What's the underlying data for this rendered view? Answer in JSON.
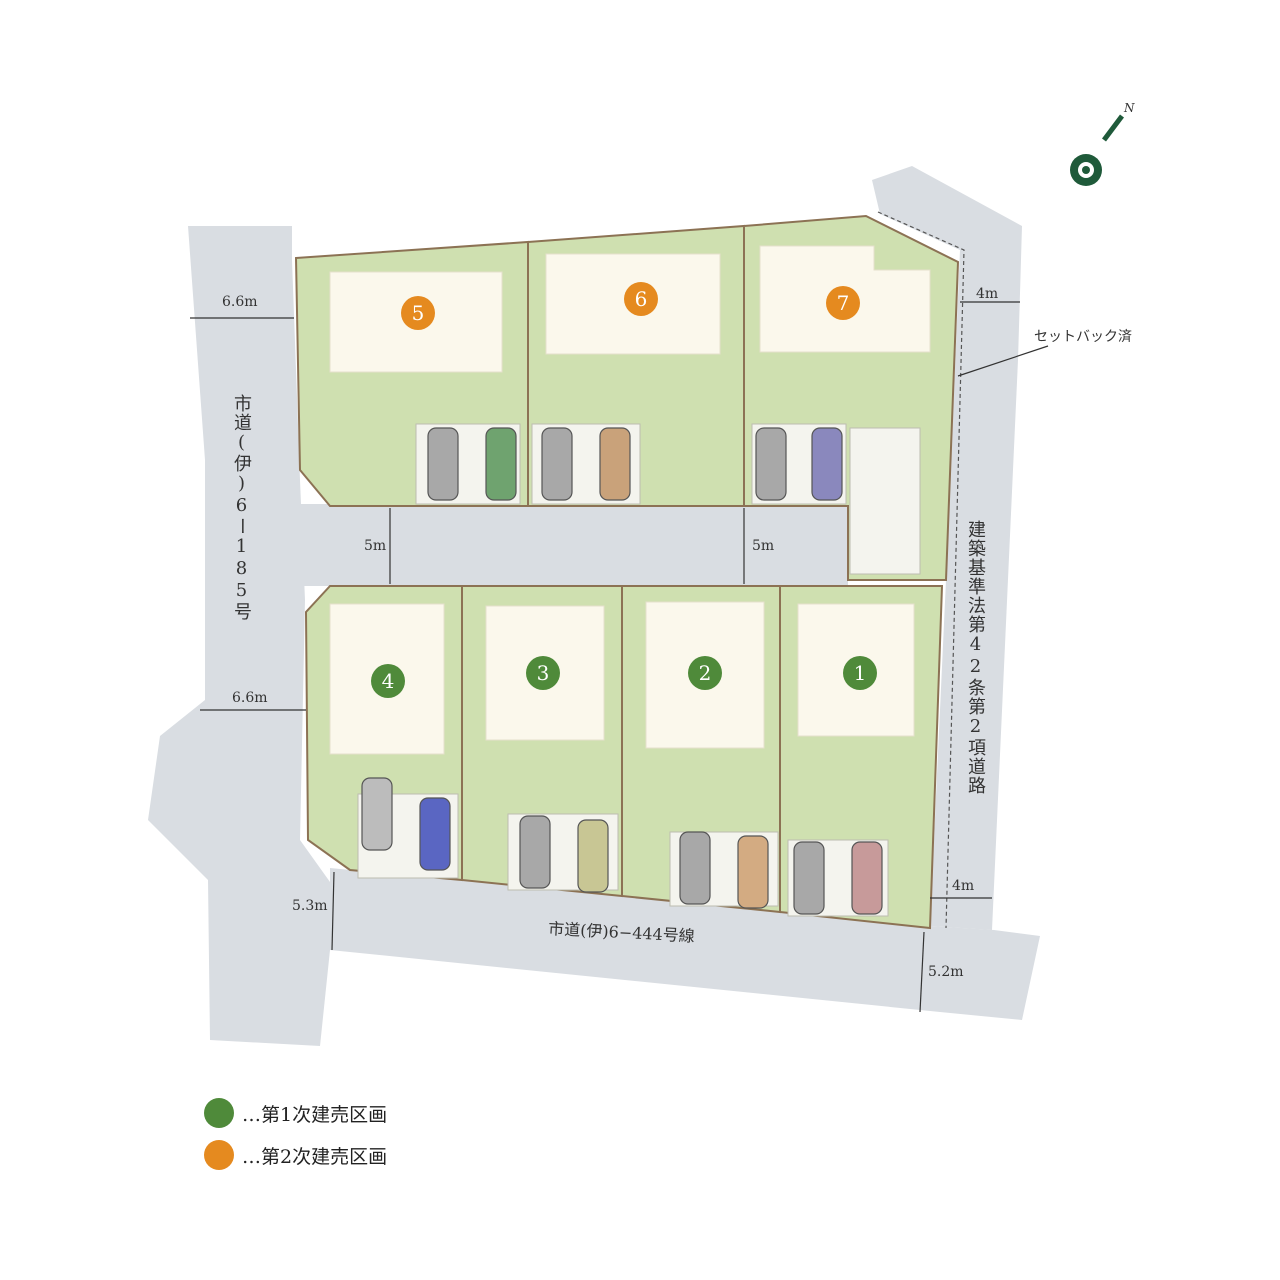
{
  "map": {
    "compass_label": "N",
    "roads": {
      "west_road_label": "市道(伊)6ー185号",
      "south_road_label": "市道(伊)6−444号線",
      "east_road_label": "建築基準法第42条第2項道路",
      "setback_note": "セットバック済"
    },
    "dimensions": {
      "west_upper": "6.6m",
      "west_lower": "6.6m",
      "private_road_left": "5m",
      "private_road_right": "5m",
      "east_upper": "4m",
      "east_lower": "4m",
      "southwest": "5.3m",
      "southeast": "5.2m"
    },
    "lots": [
      {
        "number": "1",
        "phase": "first"
      },
      {
        "number": "2",
        "phase": "first"
      },
      {
        "number": "3",
        "phase": "first"
      },
      {
        "number": "4",
        "phase": "first"
      },
      {
        "number": "5",
        "phase": "second"
      },
      {
        "number": "6",
        "phase": "second"
      },
      {
        "number": "7",
        "phase": "second"
      }
    ]
  },
  "legend": {
    "first_label": "…第1次建売区画",
    "second_label": "…第2次建売区画"
  },
  "colors": {
    "first_phase": "#4f8a3a",
    "second_phase": "#e58a1f",
    "lot_fill": "#cfe0b0",
    "road_fill": "#d9dde2",
    "building_fill": "#fbf8ec",
    "compass": "#1f5a3a"
  }
}
